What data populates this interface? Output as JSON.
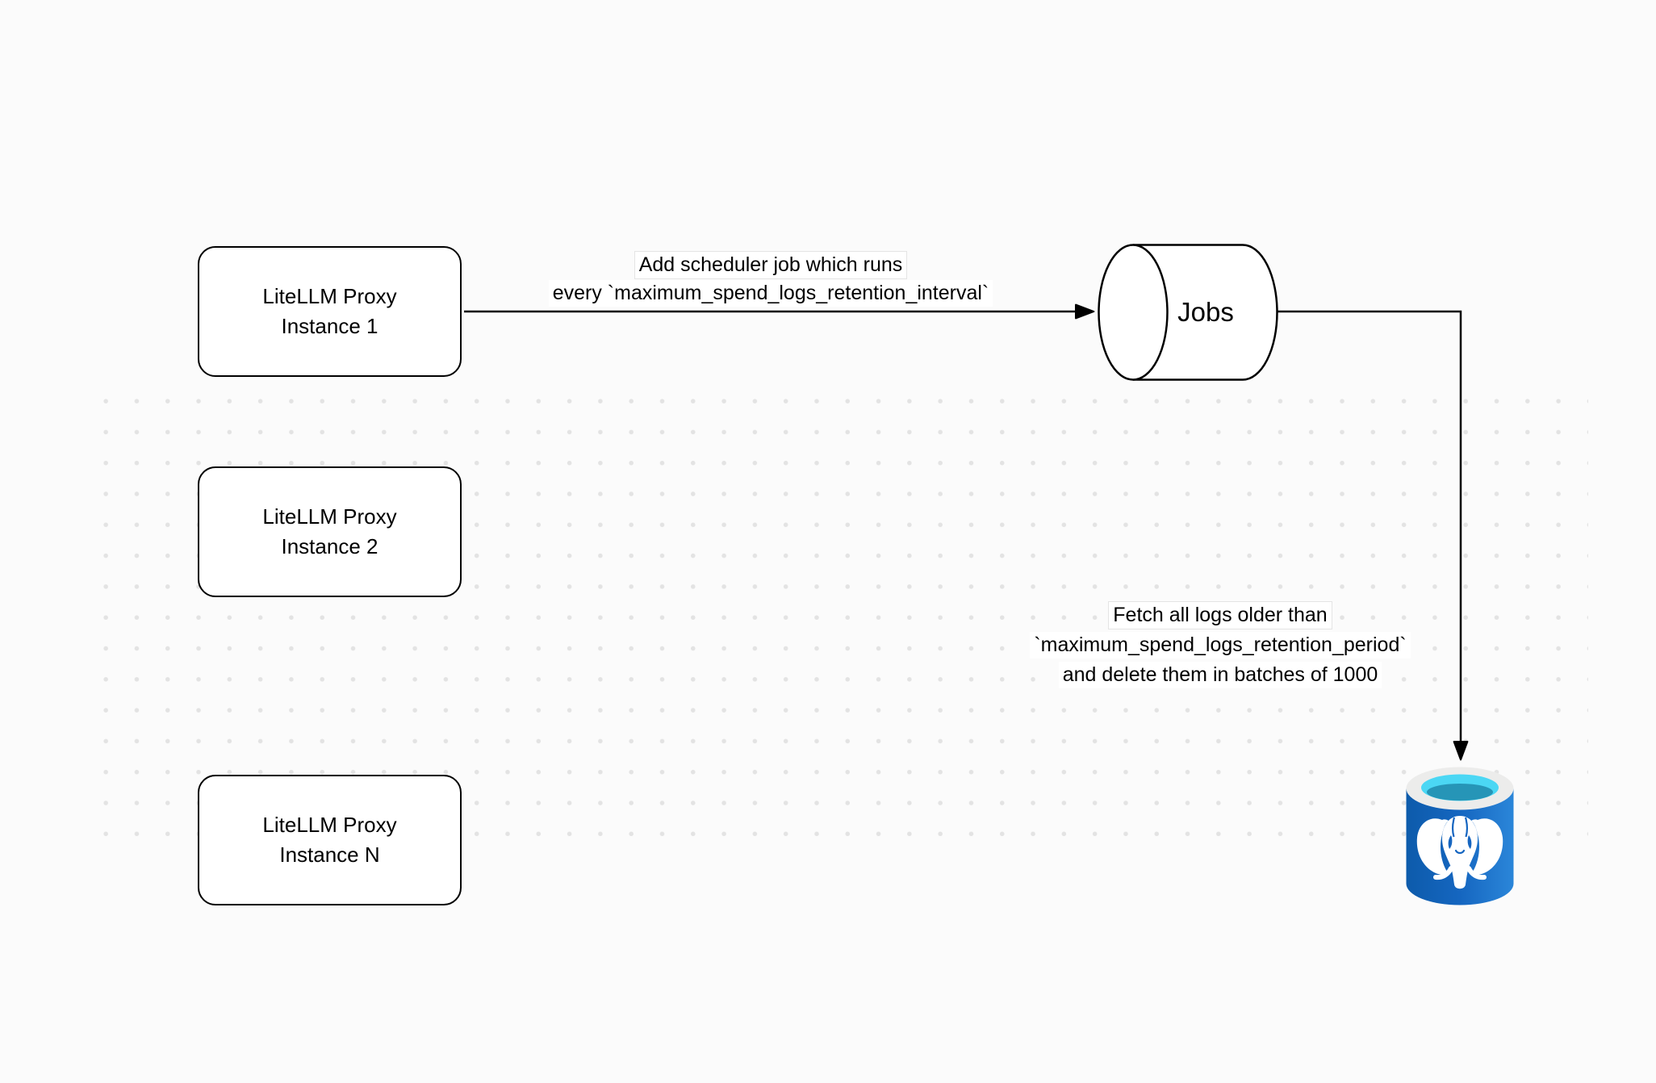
{
  "diagram": {
    "title_hint": "LiteLLM spend-logs cleanup scheduler flow",
    "instances": [
      {
        "line1": "LiteLLM Proxy",
        "line2": "Instance 1"
      },
      {
        "line1": "LiteLLM Proxy",
        "line2": "Instance 2"
      },
      {
        "line1": "LiteLLM Proxy",
        "line2": "Instance N"
      }
    ],
    "jobs_node": {
      "label": "Jobs"
    },
    "edges": {
      "scheduler": {
        "line1": "Add scheduler job which runs",
        "line2": "every `maximum_spend_logs_retention_interval`"
      },
      "fetch": {
        "line1": "Fetch all logs older than",
        "line2": "`maximum_spend_logs_retention_period`",
        "line3": "and delete them in batches of 1000"
      }
    },
    "icons": {
      "database": "postgresql-database-icon"
    },
    "colors": {
      "background": "#fbfbfb",
      "dot": "#e3e3e3",
      "stroke": "#000000",
      "node_fill": "#ffffff",
      "pg_blue_dark": "#0d5bab",
      "pg_blue": "#1566c0",
      "pg_blue_light": "#2b86d9",
      "pg_rim": "#ececeb",
      "pg_cyan": "#4bd7f4",
      "pg_teal": "#2695b7",
      "elephant": "#ffffff"
    }
  }
}
